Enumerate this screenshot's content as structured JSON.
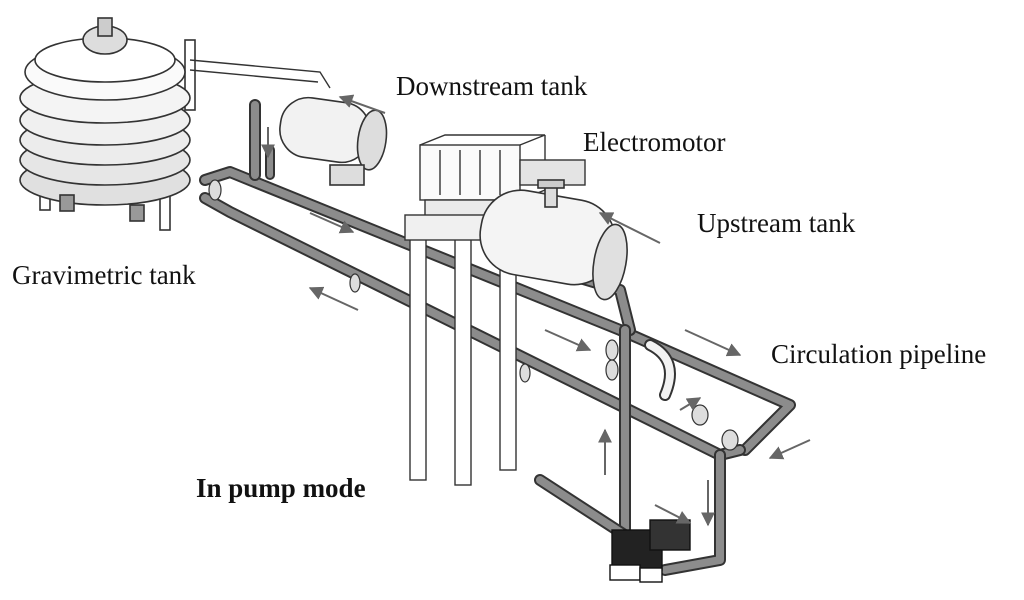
{
  "labels": {
    "downstream_tank": "Downstream tank",
    "electromotor": "Electromotor",
    "upstream_tank": "Upstream tank",
    "gravimetric_tank": "Gravimetric tank",
    "circulation_pipeline": "Circulation pipeline",
    "mode": "In pump mode"
  },
  "colors": {
    "pipe": "#8c8c8c",
    "pipe_outline": "#333333",
    "tank_fill": "#f2f2f2",
    "arrow": "#666666",
    "pump": "#222222"
  },
  "icons": {
    "flow_arrow": "flow-arrow-icon"
  }
}
